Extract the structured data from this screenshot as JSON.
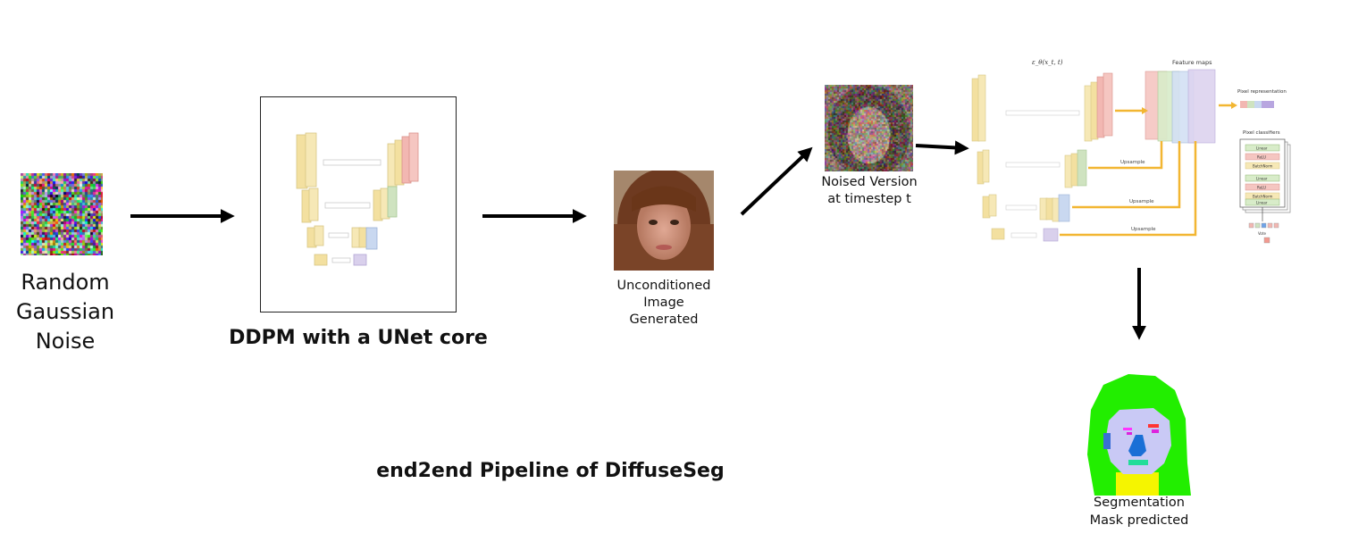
{
  "captions": {
    "noise": [
      "Random",
      "Gaussian",
      "Noise"
    ],
    "ddpm": "DDPM with a UNet core",
    "generated": [
      "Unconditioned",
      "Image",
      "Generated"
    ],
    "noised": [
      "Noised Version",
      "at timestep t"
    ],
    "segmentation": [
      "Segmentation",
      "Mask predicted"
    ],
    "pipeline_title": "end2end Pipeline of DiffuseSeg"
  },
  "feature_diagram": {
    "eps_label": "ε_θ(x_t, t)",
    "feature_maps": "Feature maps",
    "pixel_representation": "Pixel representation",
    "pixel_classifiers": "Pixel classifiers",
    "upsample": "Upsample",
    "linear": "Linear",
    "relu": "ReLU",
    "batchnorm": "BatchNorm",
    "vote": "Vote"
  },
  "colors": {
    "yellow": "#f3e0a0",
    "red": "#f2b7b2",
    "green": "#cfe3c0",
    "blue": "#c9d8f0",
    "purple": "#d9d0ec",
    "arrow_orange": "#f2b632",
    "seg_green": "#22ee00",
    "seg_face": "#c9c9f5",
    "seg_nose": "#1a6fd6",
    "seg_neck": "#f5f500"
  }
}
